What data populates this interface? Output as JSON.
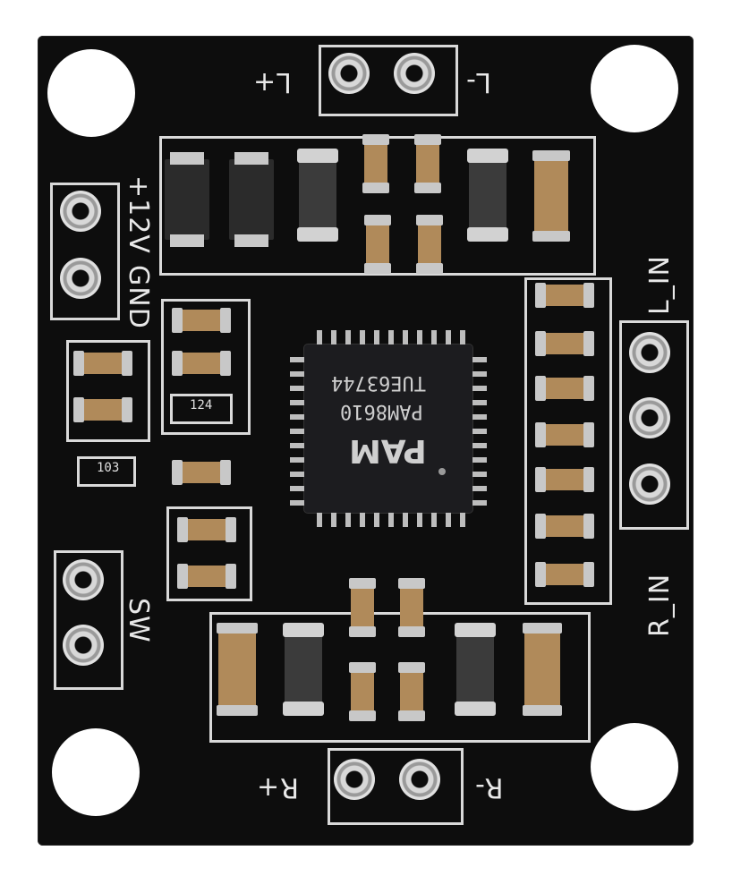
{
  "labels": {
    "l_plus": "L+",
    "l_minus": "L-",
    "r_plus": "R+",
    "r_minus": "R-",
    "v12": "+12V",
    "gnd": "GND",
    "sw": "SW",
    "l_in": "L_IN",
    "r_in": "R_IN"
  },
  "chip": {
    "logo": "PAM",
    "part": "PAM8610",
    "lot": "TUE63744"
  },
  "resistor_marks": [
    "124",
    "103"
  ]
}
